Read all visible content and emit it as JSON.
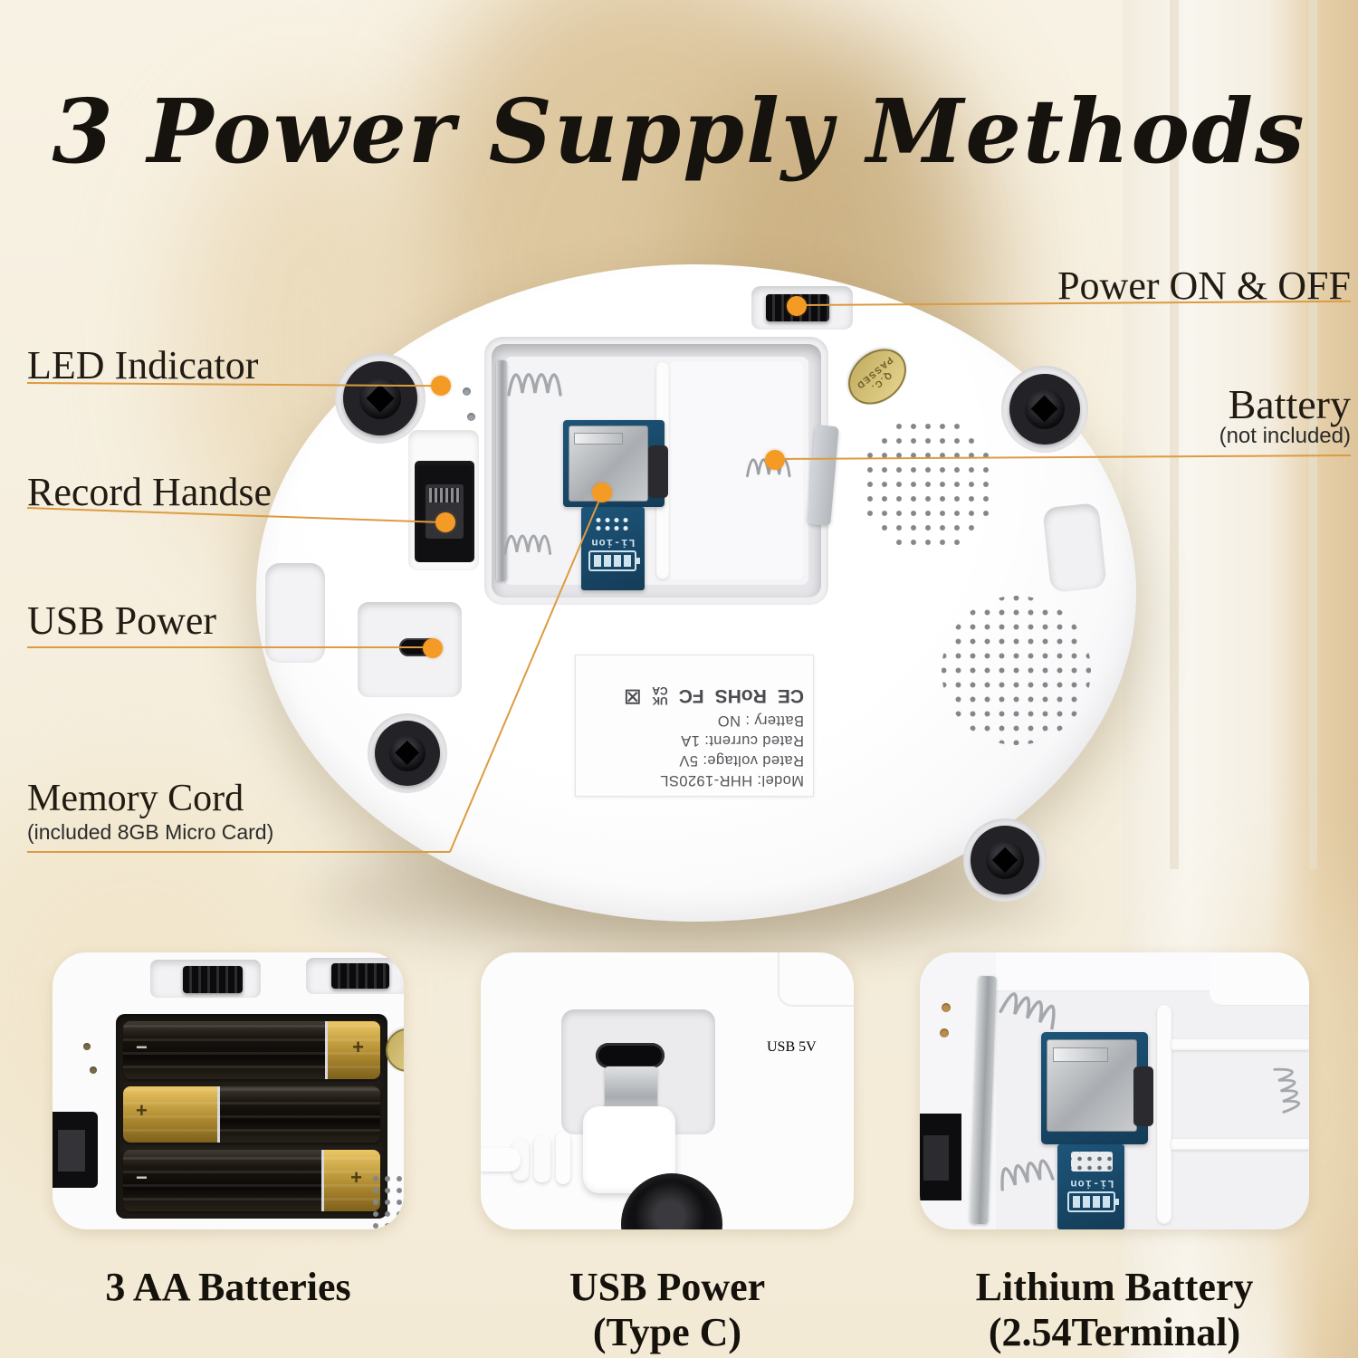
{
  "title": "3 Power Supply Methods",
  "callouts": {
    "power": "Power ON & OFF",
    "led": "LED Indicator",
    "battery": "Battery",
    "battery_sub": "(not included)",
    "record": "Record Handse",
    "usb": "USB Power",
    "memory": "Memory Cord",
    "memory_sub": "(included 8GB Micro Card)"
  },
  "device_label": {
    "model": "Model:  HHR-1920SL",
    "voltage": "Rated voltage: 5V",
    "current": "Rated current: 1A",
    "battery": "Battery : NO"
  },
  "certs": {
    "ce": "CE",
    "rohs": "RoHS",
    "fcc": "FC",
    "ukca_top": "UK",
    "ukca_bottom": "CA",
    "weee": "☒"
  },
  "qc": {
    "line1": "Q.C.",
    "line2": "PASSED"
  },
  "pcb": {
    "li_ion": "Li-ion"
  },
  "photo2": {
    "emboss": "USB 5V"
  },
  "marks": {
    "plus": "+",
    "minus": "−"
  },
  "captions": {
    "fig1": "3 AA Batteries",
    "fig2a": "USB Power",
    "fig2b": "(Type C)",
    "fig3a": "Lithium Battery",
    "fig3b": "(2.54Terminal)"
  },
  "colors": {
    "accent": "#f49b26",
    "gold": "#d6c27b",
    "pcb_blue": "#1a4a6b"
  }
}
